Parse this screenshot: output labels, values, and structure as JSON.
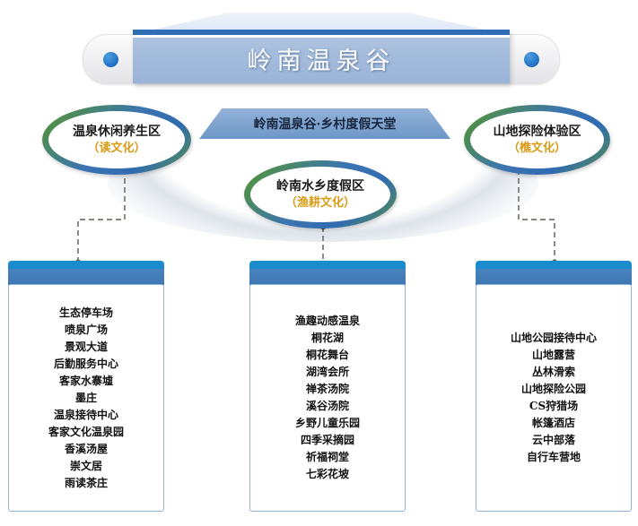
{
  "header": {
    "title": "岭南温泉谷",
    "ribbon": "岭南温泉谷·乡村度假天堂"
  },
  "nodes": [
    {
      "id": "oval-left",
      "title": "温泉休闲养生区",
      "sub": "（读文化）"
    },
    {
      "id": "oval-center",
      "title": "岭南水乡度假区",
      "sub": "（渔耕文化）"
    },
    {
      "id": "oval-right",
      "title": "山地探险体验区",
      "sub": "（樵文化）"
    }
  ],
  "boxes": [
    {
      "id": "box-left",
      "items": [
        "生态停车场",
        "喷泉广场",
        "景观大道",
        "后勤服务中心",
        "客家水寨墟",
        "墨庄",
        "温泉接待中心",
        "客家文化温泉园",
        "香溪汤屋",
        "崇文居",
        "雨读茶庄"
      ]
    },
    {
      "id": "box-center",
      "items": [
        "渔趣动感温泉",
        "桐花湖",
        "桐花舞台",
        "湖湾会所",
        "禅茶汤院",
        "溪谷汤院",
        "乡野儿童乐园",
        "四季采摘园",
        "祈福祠堂",
        "七彩花坡"
      ]
    },
    {
      "id": "box-right",
      "items": [
        "山地公园接待中心",
        "山地露营",
        "丛林滑索",
        "山地探险公园",
        "CS狩猎场",
        "帐篷酒店",
        "云中部落",
        "自行车营地"
      ]
    }
  ],
  "colors": {
    "title_plate": "#a4bcdc",
    "title_bar": "#2f6db5",
    "ribbon": "#7ea3cf",
    "box_strip": "#1a8ccd",
    "box_band": "#3f77b4",
    "accent_orange": "#d99b14",
    "ring_green": "#3b7d3a",
    "ring_blue": "#2f6bb0",
    "dot_blue": "#1f6fc4",
    "connector": "#5d5d52"
  }
}
